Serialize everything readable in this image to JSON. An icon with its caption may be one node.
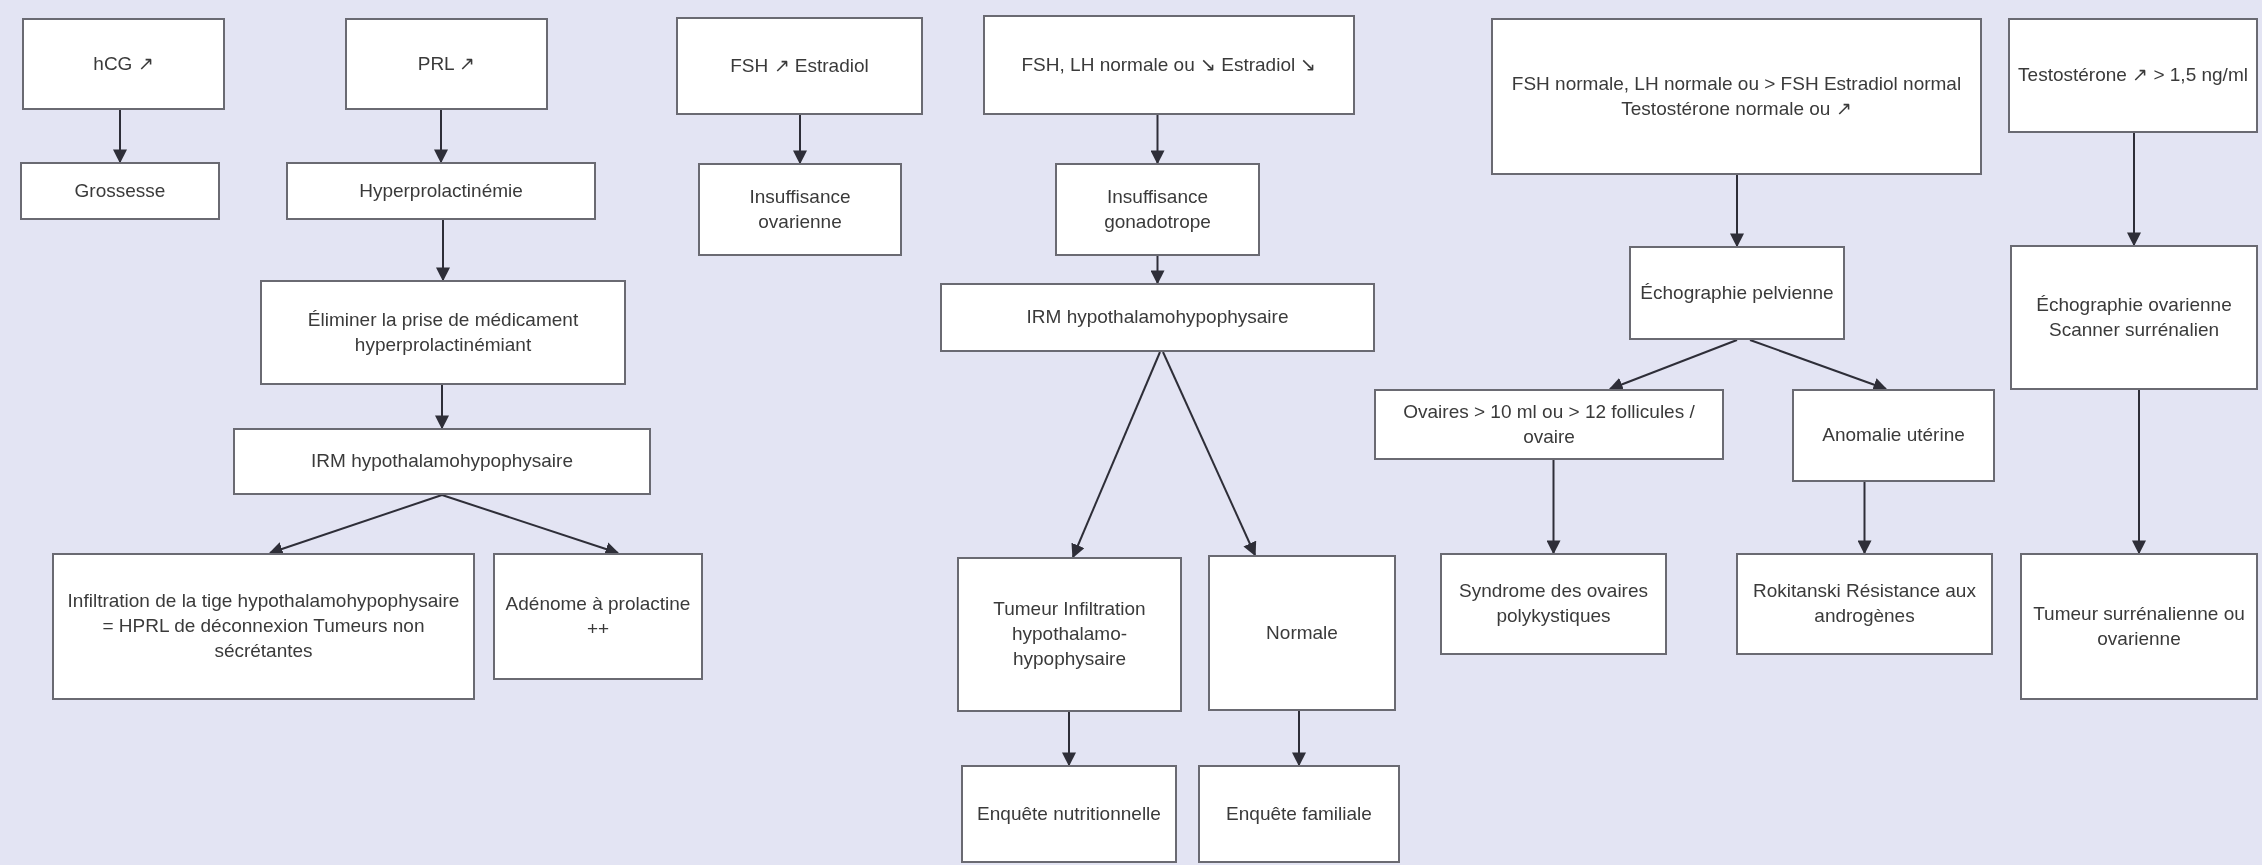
{
  "diagram": {
    "nodes": [
      {
        "text": [
          "hCG ↗"
        ]
      },
      {
        "text": [
          "Grossesse"
        ]
      },
      {
        "text": [
          "PRL ↗"
        ]
      },
      {
        "text": [
          "Hyperprolactinémie"
        ]
      },
      {
        "text": [
          "Éliminer la prise de médicament hyperprolactinémiant"
        ]
      },
      {
        "text": [
          "IRM hypothalamohypophysaire"
        ]
      },
      {
        "text": [
          "Infiltration de la tige hypothalamohypophysaire = HPRL de déconnexion Tumeurs non sécrétantes"
        ]
      },
      {
        "text": [
          "Adénome à prolactine ++"
        ]
      },
      {
        "text": [
          "FSH ↗ Estradiol"
        ]
      },
      {
        "text": [
          "Insuffisance ovarienne"
        ]
      },
      {
        "text": [
          "FSH, LH normale ou ↘ Estradiol ↘"
        ]
      },
      {
        "text": [
          "Insuffisance gonadotrope"
        ]
      },
      {
        "text": [
          "IRM hypothalamohypophysaire"
        ]
      },
      {
        "text": [
          "Tumeur Infiltration hypothalamo-hypophysaire"
        ]
      },
      {
        "text": [
          "Normale"
        ]
      },
      {
        "text": [
          "Enquête nutritionnelle"
        ]
      },
      {
        "text": [
          "Enquête familiale"
        ]
      },
      {
        "text": [
          "FSH normale, LH normale ou > FSH Estradiol normal Testostérone normale ou ↗"
        ]
      },
      {
        "text": [
          "Testostérone ↗ > 1,5 ng/ml"
        ]
      },
      {
        "text": [
          "Échographie pelvienne"
        ]
      },
      {
        "text": [
          "Ovaires > 10 ml ou > 12 follicules / ovaire"
        ]
      },
      {
        "text": [
          "Anomalie utérine"
        ]
      },
      {
        "text": [
          "Échographie ovarienne Scanner surrénalien"
        ]
      },
      {
        "text": [
          "Syndrome des ovaires polykystiques"
        ]
      },
      {
        "text": [
          "Rokitanski Résistance aux androgènes"
        ]
      },
      {
        "text": [
          "Tumeur surrénalienne ou ovarienne"
        ]
      }
    ],
    "edges": [
      {
        "from": 0,
        "to": 1,
        "arrow": "to"
      },
      {
        "from": 2,
        "to": 3,
        "arrow": "to"
      },
      {
        "from": 3,
        "to": 4,
        "arrow": "to"
      },
      {
        "from": 4,
        "to": 5,
        "arrow": "to"
      },
      {
        "from": 5,
        "to": 6,
        "arrow": "to"
      },
      {
        "from": 5,
        "to": 7,
        "arrow": "to"
      },
      {
        "from": 8,
        "to": 9,
        "arrow": "to"
      },
      {
        "from": 10,
        "to": 11,
        "arrow": "to"
      },
      {
        "from": 11,
        "to": 12,
        "arrow": "to"
      },
      {
        "from": 12,
        "to": 13,
        "arrow": "to"
      },
      {
        "from": 12,
        "to": 14,
        "arrow": "to"
      },
      {
        "from": 13,
        "to": 15,
        "arrow": "to"
      },
      {
        "from": 14,
        "to": 16,
        "arrow": "to"
      },
      {
        "from": 17,
        "to": 19,
        "arrow": "to"
      },
      {
        "from": 19,
        "to": 20,
        "arrow": "to"
      },
      {
        "from": 19,
        "to": 21,
        "arrow": "to"
      },
      {
        "from": 20,
        "to": 23,
        "arrow": "to"
      },
      {
        "from": 21,
        "to": 24,
        "arrow": "to"
      },
      {
        "from": 18,
        "to": 22,
        "arrow": "to"
      },
      {
        "from": 22,
        "to": 25,
        "arrow": "to"
      }
    ]
  }
}
